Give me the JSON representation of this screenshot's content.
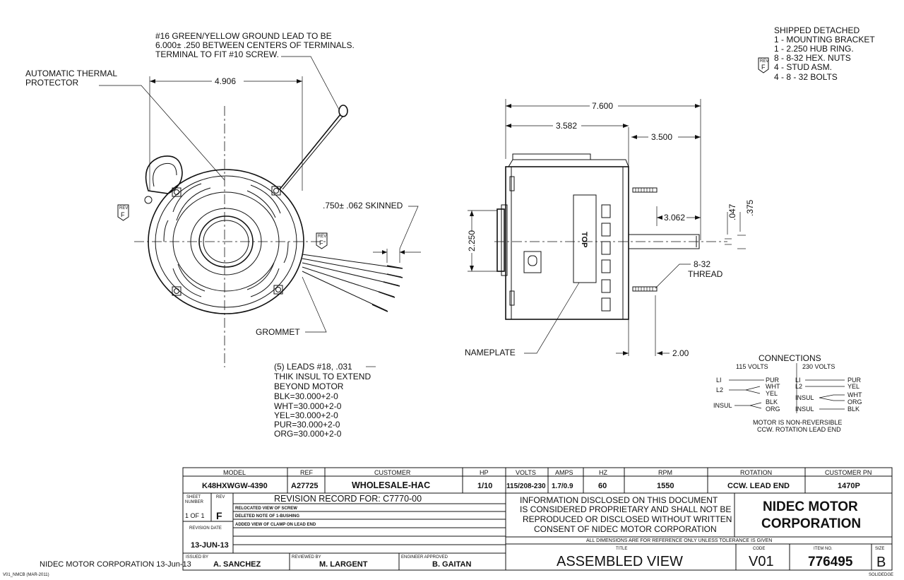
{
  "notes": {
    "ground_lead": [
      "#16 GREEN/YELLOW GROUND LEAD TO BE",
      "6.000± .250 BETWEEN CENTERS OF TERMINALS.",
      "TERMINAL TO FIT #10 SCREW."
    ],
    "thermal_protector": [
      "AUTOMATIC THERMAL",
      "PROTECTOR"
    ],
    "shipped_detached": [
      "SHIPPED DETACHED",
      "1 - MOUNTING BRACKET",
      "1 - 2.250 HUB RING.",
      "8 - 8-32 HEX. NUTS",
      "4 - STUD ASM.",
      "4 - 8 - 32 BOLTS"
    ],
    "skinned": ".750± .062 SKINNED",
    "grommet": "GROMMET",
    "leads": [
      "(5) LEADS #18, .031",
      "THIK INSUL TO EXTEND",
      "BEYOND MOTOR",
      "BLK=30.000+2-0",
      "WHT=30.000+2-0",
      "YEL=30.000+2-0",
      "PUR=30.000+2-0",
      "ORG=30.000+2-0"
    ],
    "nameplate": "NAMEPLATE",
    "thread": [
      "8-32",
      "THREAD"
    ],
    "top_label": "TOP"
  },
  "rev_marker": {
    "rev": "REV",
    "letter": "F"
  },
  "dimensions": {
    "d4906": "4.906",
    "d7600": "7.600",
    "d3582": "3.582",
    "d3500": "3.500",
    "d3062": "3.062",
    "d2250": "2.250",
    "d047": ".047",
    "d375": ".375",
    "d200": "2.00"
  },
  "connections": {
    "title": "CONNECTIONS",
    "v115": "115 VOLTS",
    "v230": "230 VOLTS",
    "left_terms": [
      "LI",
      "L2",
      "INSUL"
    ],
    "left_leads": [
      "PUR",
      "WHT",
      "YEL",
      "BLK",
      "ORG"
    ],
    "right_terms": [
      "LI",
      "L2",
      "INSUL",
      "INSUL"
    ],
    "right_leads": [
      "PUR",
      "YEL",
      "WHT",
      "ORG",
      "BLK"
    ],
    "note": [
      "MOTOR IS NON-REVERSIBLE",
      "CCW. ROTATION LEAD END"
    ]
  },
  "title_block": {
    "headers": {
      "model": "MODEL",
      "ref": "REF",
      "customer": "CUSTOMER",
      "hp": "HP",
      "volts": "VOLTS",
      "amps": "AMPS",
      "hz": "HZ",
      "rpm": "RPM",
      "rotation": "ROTATION",
      "customer_pn": "CUSTOMER PN"
    },
    "values": {
      "model": "K48HXWGW-4390",
      "ref": "A27725",
      "customer": "WHOLESALE-HAC",
      "hp": "1/10",
      "volts": "115/208-230",
      "amps": "1.7/0.9",
      "hz": "60",
      "rpm": "1550",
      "rotation": "CCW. LEAD END",
      "customer_pn": "1470P"
    },
    "sheet_number_label": [
      "SHEET",
      "NUMBER"
    ],
    "sheet_of": "1 OF 1",
    "rev_label": "REV",
    "rev_value": "F",
    "revision_record": "REVISION RECORD FOR: C7770-00",
    "revisions": [
      "RELOCATED VIEW OF SCREW",
      "DELETED NOTE OF 1-BUSHING",
      "ADDED VIEW OF CLAMP ON LEAD END"
    ],
    "revision_date_label": "REVISION DATE",
    "revision_date": "13-JUN-13",
    "issued_by_label": "ISSUED BY",
    "issued_by": "A. SANCHEZ",
    "reviewed_by_label": "REVIEWED BY",
    "reviewed_by": "M. LARGENT",
    "engineer_label": "ENGINEER APPROVED",
    "engineer": "B. GAITAN",
    "disclaimer": [
      "INFORMATION DISCLOSED ON THIS DOCUMENT",
      "IS CONSIDERED PROPRIETARY AND SHALL NOT BE",
      "REPRODUCED OR DISCLOSED WITHOUT WRITTEN",
      "CONSENT OF NIDEC MOTOR CORPORATION"
    ],
    "company": [
      "NIDEC MOTOR",
      "CORPORATION"
    ],
    "tolerance_note": "ALL DIMENSIONS ARE FOR REFERENCE ONLY UNLESS TOLERANCE IS GIVEN",
    "title_label": "TITLE",
    "title": "ASSEMBLED VIEW",
    "code_label": "CODE",
    "code": "V01",
    "item_label": "ITEM NO.",
    "item": "776495",
    "size_label": "SIZE",
    "size": "B"
  },
  "footer": {
    "company_date": "NIDEC MOTOR CORPORATION 13-Jun-13",
    "form_code": "V01_NMCB (MAR-2011)",
    "software": "SOLIDEDGE"
  }
}
